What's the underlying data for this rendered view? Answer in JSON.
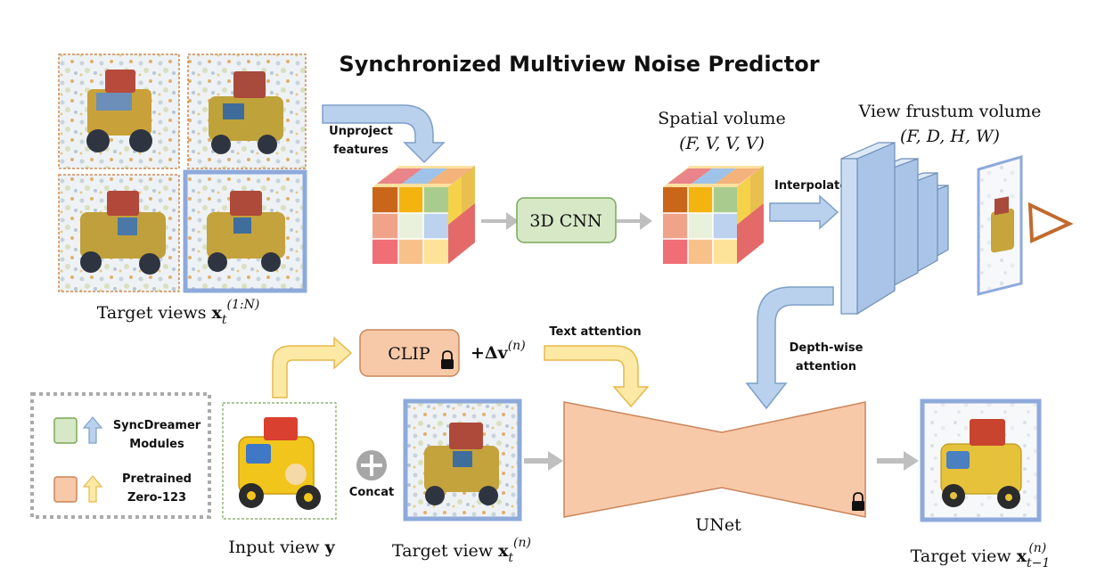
{
  "title": "Synchronized Multiview Noise Predictor",
  "labels": {
    "unproject_line1": "Unproject",
    "unproject_line2": "features",
    "cnn": "3D CNN",
    "spatial_volume": "Spatial volume",
    "spatial_volume_dims": "(F, V, V, V)",
    "view_frustum": "View frustum volume",
    "view_frustum_dims": "(F, D, H, W)",
    "interpolate": "Interpolate",
    "target_views_prefix": "Target views ",
    "target_views_x": "x",
    "target_views_sub": "t",
    "target_views_sup": "(1:N)",
    "clip": "CLIP",
    "delta_v_prefix": "+Δ",
    "delta_v_bold": "v",
    "delta_v_sup": "(n)",
    "text_attention": "Text attention",
    "depth_attention_line1": "Depth-wise",
    "depth_attention_line2": "attention",
    "concat": "Concat",
    "unet": "UNet",
    "input_view_prefix": "Input view ",
    "input_view_bold": "y",
    "target_view_prefix": "Target view ",
    "target_view_x": "x",
    "target_view_sub": "t",
    "target_view_sup": "(n)",
    "output_view_prefix": "Target view ",
    "output_view_x": "x",
    "output_view_sub": "t−1",
    "output_view_sup": "(n)"
  },
  "legend": {
    "sync_line1": "SyncDreamer",
    "sync_line2": "Modules",
    "pre_line1": "Pretrained",
    "pre_line2": "Zero-123"
  },
  "colors": {
    "green": "#d6e8c5",
    "green_border": "#7aa85a",
    "peach": "#f8c9a8",
    "peach_border": "#c9855a",
    "blue_arrow": "#b9d1ec",
    "blue_border": "#7f9fc9",
    "yellow_arrow": "#fde9a6",
    "yellow_border": "#e5b94a",
    "frame_blue": "#8eaadb",
    "frame_orange": "#d08a55"
  },
  "icons": {
    "lock": "lock-icon",
    "concat": "circle-plus-icon",
    "camera": "camera-frustum-icon"
  }
}
